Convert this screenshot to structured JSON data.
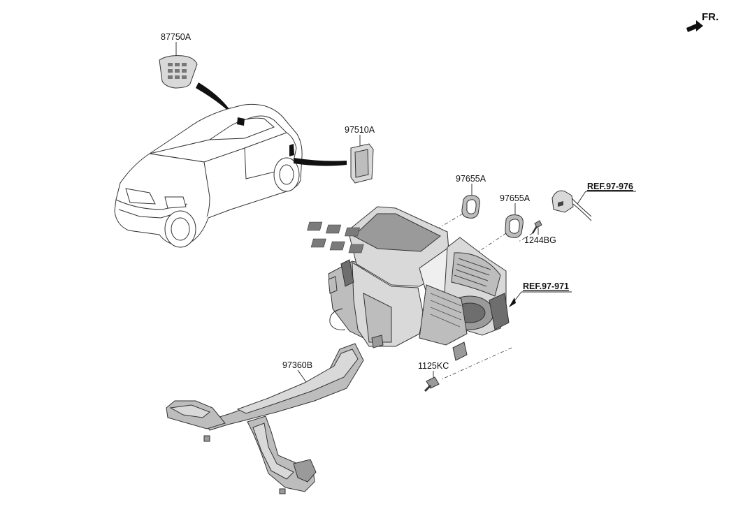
{
  "direction": "FR.",
  "parts": {
    "p87750A": "87750A",
    "p97510A": "97510A",
    "p97655A_1": "97655A",
    "p97655A_2": "97655A",
    "p1244BG": "1244BG",
    "p97360B": "97360B",
    "p1125KC": "1125KC"
  },
  "refs": {
    "r97976": "REF.97-976",
    "r97971": "REF.97-971"
  }
}
